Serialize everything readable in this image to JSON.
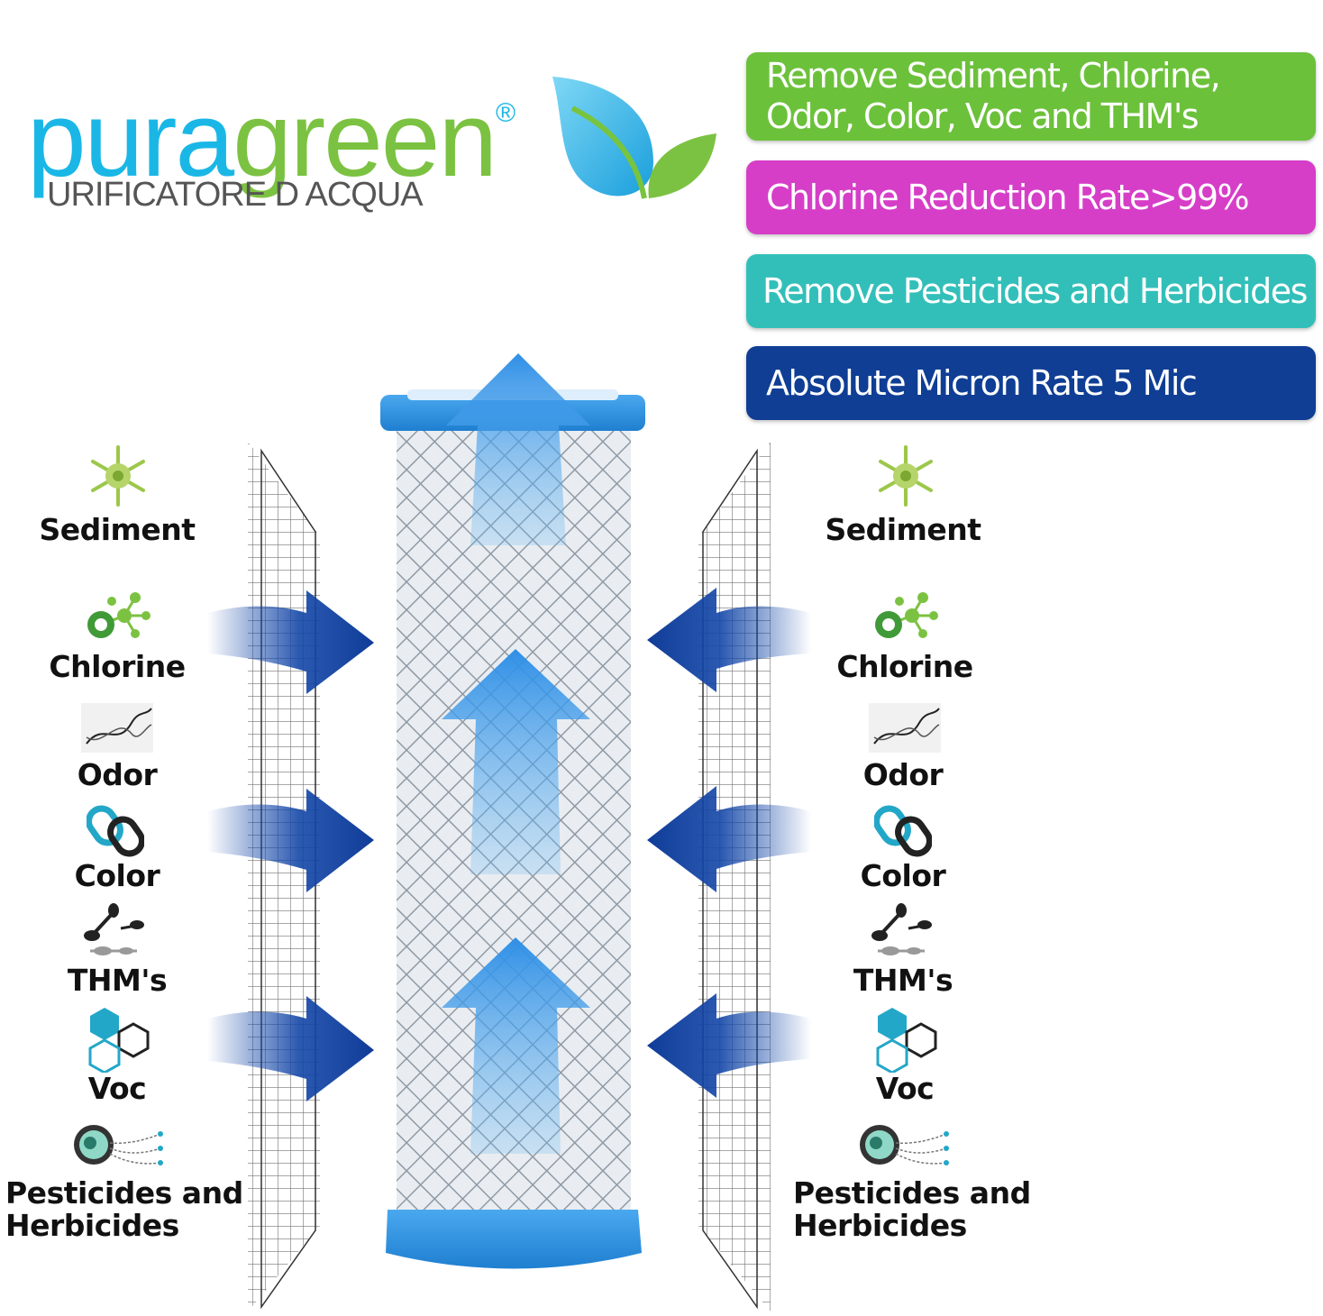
{
  "brand": {
    "name_part1": "pura",
    "name_part2": "green",
    "registered": "®",
    "tagline": "URIFICATORE D ACQUA"
  },
  "banners": [
    {
      "line1": "Remove Sediment, Chlorine,",
      "line2": "Odor, Color, Voc and THM's",
      "color": "#6cc13b"
    },
    {
      "line1": "Chlorine Reduction Rate>99%",
      "color": "#d63ec8"
    },
    {
      "line1": "Remove Pesticides and Herbicides",
      "color": "#33bfb9"
    },
    {
      "line1": "Absolute Micron Rate 5 Mic",
      "color": "#0f3e94"
    }
  ],
  "contaminants": {
    "sediment": {
      "label": "Sediment",
      "icon": "sediment-icon"
    },
    "chlorine": {
      "label": "Chlorine",
      "icon": "chlorine-molecule-icon"
    },
    "odor": {
      "label": "Odor",
      "icon": "odor-icon"
    },
    "color": {
      "label": "Color",
      "icon": "color-chain-icon"
    },
    "thms": {
      "label": "THM's",
      "icon": "thm-icon"
    },
    "voc": {
      "label": "Voc",
      "icon": "voc-hexagon-icon"
    },
    "pesticides": {
      "line1": "Pesticides and",
      "line2": "Herbicides",
      "icon": "pesticide-icon"
    }
  },
  "colors": {
    "filter_cap": "#2f93e0",
    "flow_arrow": "#2a6fcf",
    "inflow_arrow": "#1447a8",
    "icon_green": "#7cc242",
    "icon_teal": "#23a7c8"
  }
}
